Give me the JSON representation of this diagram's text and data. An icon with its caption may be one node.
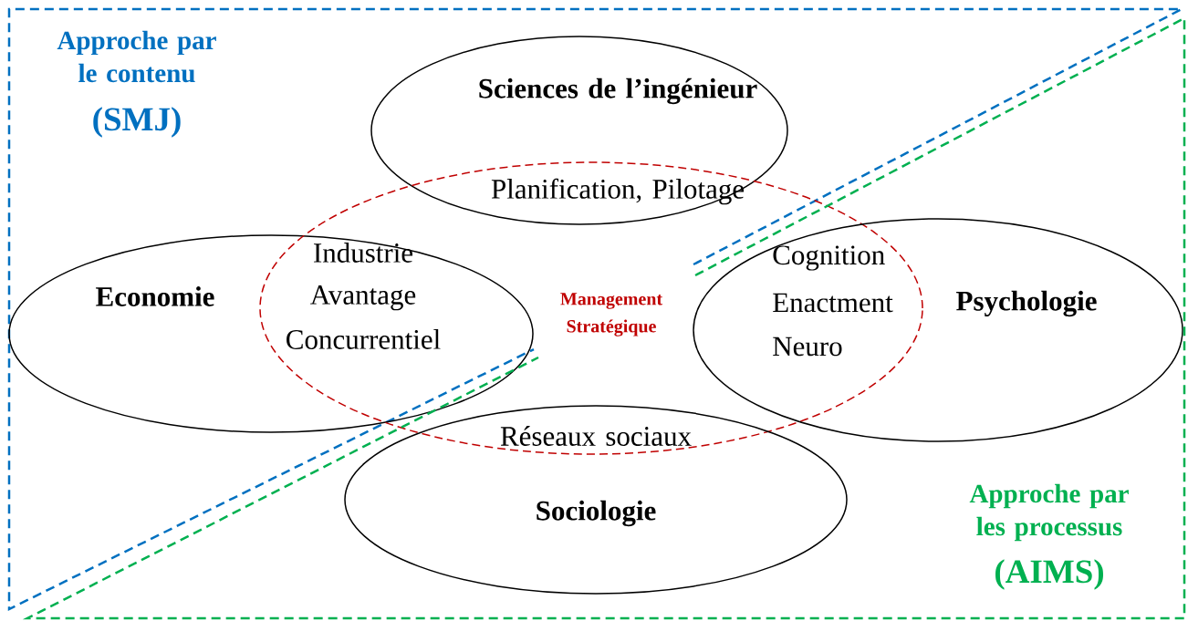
{
  "diagram": {
    "nodes": [
      {
        "text": [
          "Approche par le contenu",
          "(SMJ)"
        ]
      },
      {
        "text": [
          "Sciences de l’ingénieur"
        ]
      },
      {
        "text": [
          "Economie"
        ]
      },
      {
        "text": [
          "Management Stratégique"
        ]
      },
      {
        "text": [
          "Psychologie"
        ]
      },
      {
        "text": [
          "Sociologie"
        ]
      },
      {
        "text": [
          "Approche par les processus",
          "(AIMS)"
        ]
      }
    ],
    "labels": [
      "Planification, Pilotage",
      "Industrie",
      "Cognition",
      "Avantage Concurrentiel",
      "Enactment",
      "Neuro",
      "Réseaux sociaux"
    ]
  }
}
